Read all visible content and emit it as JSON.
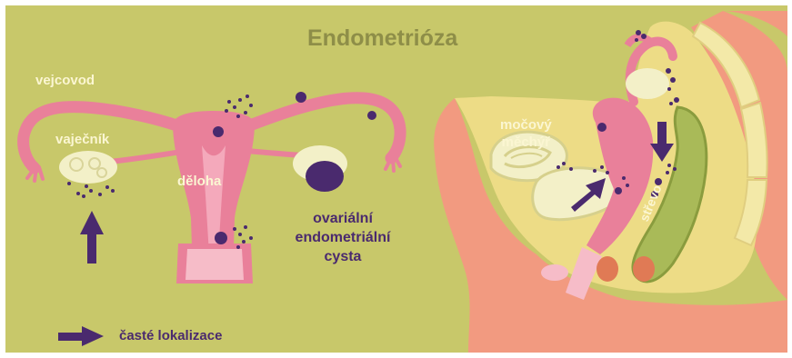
{
  "title": "Endometrióza",
  "labels": {
    "fallopian_tube": "vejcovod",
    "ovary": "vaječník",
    "uterus": "děloha",
    "cyst_line1": "ovariální",
    "cyst_line2": "endometriální",
    "cyst_line3": "cysta",
    "bladder_line1": "močový",
    "bladder_line2": "měchýř",
    "intestine": "střevo"
  },
  "legend": {
    "text": "časté lokalizace",
    "icon": "arrow-right-icon"
  },
  "colors": {
    "background": "#c8c86a",
    "uterus_pink": "#e9809a",
    "lesion_purple": "#4a2a6e",
    "ovary_cream": "#f3f0c8",
    "body_salmon": "#f29a80",
    "intestine_green": "#a9ba58"
  }
}
